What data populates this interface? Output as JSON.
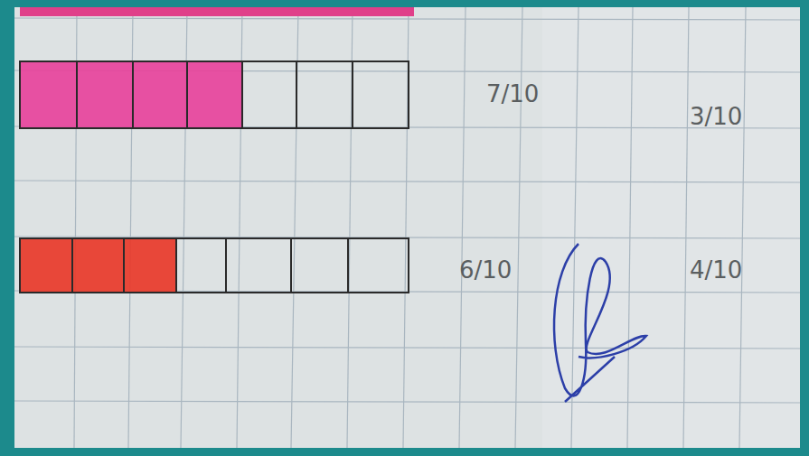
{
  "diagram": {
    "labels": [
      "7/10",
      "3/10",
      "6/10",
      "4/10"
    ]
  }
}
